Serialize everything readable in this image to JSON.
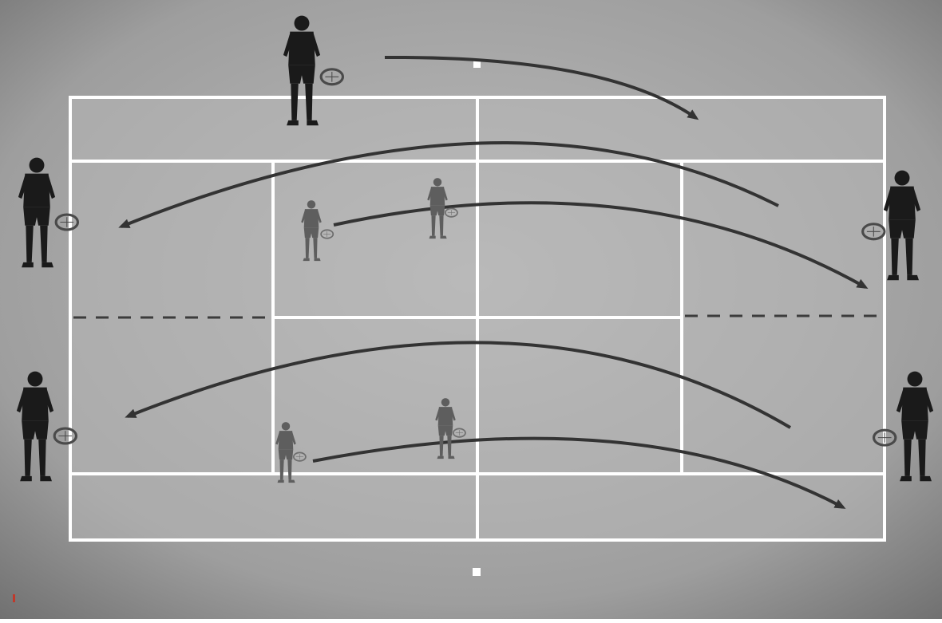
{
  "diagram": {
    "type": "tennis-court-drill",
    "court": {
      "surface_color": "#b4b4b4",
      "line_color": "#ffffff",
      "background_color": "#9c9c9c"
    },
    "players": [
      {
        "id": "server-top",
        "role": "feeder",
        "tone": "dark"
      },
      {
        "id": "baseline-left-upper",
        "role": "hitter",
        "tone": "dark"
      },
      {
        "id": "baseline-left-lower",
        "role": "hitter",
        "tone": "dark"
      },
      {
        "id": "baseline-right-upper",
        "role": "hitter",
        "tone": "dark"
      },
      {
        "id": "baseline-right-lower",
        "role": "hitter",
        "tone": "dark"
      },
      {
        "id": "service-upper-a",
        "role": "volleyer",
        "tone": "grey"
      },
      {
        "id": "service-upper-b",
        "role": "volleyer",
        "tone": "grey"
      },
      {
        "id": "service-lower-a",
        "role": "volleyer",
        "tone": "grey"
      },
      {
        "id": "service-lower-b",
        "role": "volleyer",
        "tone": "grey"
      }
    ],
    "arrow_color": "#333333",
    "arrowhead_accent": "#7a2a2a",
    "caption": ""
  }
}
